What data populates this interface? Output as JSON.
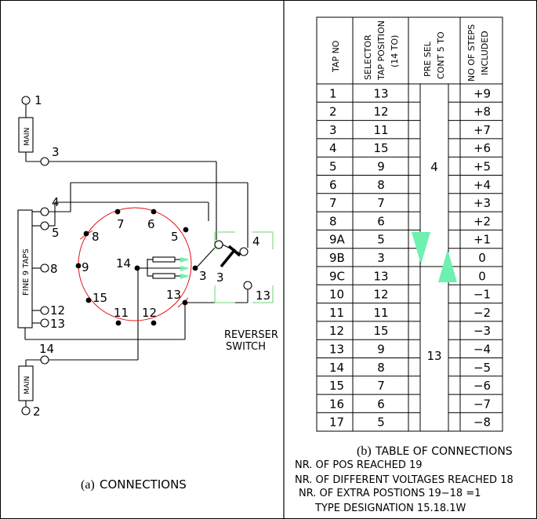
{
  "connections": {
    "caption_letter": "(a)",
    "caption": "CONNECTIONS",
    "main_label": "MAIN",
    "fine_label": "FINE 9 TAPS",
    "reverser_label_1": "REVERSER",
    "reverser_label_2": "SWITCH",
    "terminals": [
      "1",
      "3",
      "4",
      "5",
      "8",
      "12",
      "13",
      "14",
      "2"
    ],
    "selector_numbers": [
      "7",
      "6",
      "8",
      "5",
      "9",
      "14",
      "3",
      "15",
      "13",
      "11",
      "12"
    ],
    "reverser_numbers": [
      "4",
      "3",
      "13"
    ],
    "colors": {
      "circle": "#e01010",
      "arrow": "#6ef0b0",
      "switch_box": "#70d070",
      "line": "#000000"
    }
  },
  "table": {
    "headers": [
      "TAP NO",
      "SELECTOR TAP POSITION (14 TO)",
      "PRE SEL CONT 5 TO",
      "NO OF STEPS INCLUDED"
    ],
    "header_lines": [
      [
        "TAP NO"
      ],
      [
        "SELECTOR",
        "TAP POSITION",
        "(14 TO)"
      ],
      [
        "PRE SEL",
        "CONT 5 TO"
      ],
      [
        "NO OF STEPS",
        "INCLUDED"
      ]
    ],
    "rows": [
      [
        "1",
        "13",
        "+9"
      ],
      [
        "2",
        "12",
        "+8"
      ],
      [
        "3",
        "11",
        "+7"
      ],
      [
        "4",
        "15",
        "+6"
      ],
      [
        "5",
        "9",
        "+5"
      ],
      [
        "6",
        "8",
        "+4"
      ],
      [
        "7",
        "7",
        "+3"
      ],
      [
        "8",
        "6",
        "+2"
      ],
      [
        "9A",
        "5",
        "+1"
      ],
      [
        "9B",
        "3",
        "0"
      ],
      [
        "9C",
        "13",
        "0"
      ],
      [
        "10",
        "12",
        "−1"
      ],
      [
        "11",
        "11",
        "−2"
      ],
      [
        "12",
        "15",
        "−3"
      ],
      [
        "13",
        "9",
        "−4"
      ],
      [
        "14",
        "8",
        "−5"
      ],
      [
        "15",
        "7",
        "−6"
      ],
      [
        "16",
        "6",
        "−7"
      ],
      [
        "17",
        "5",
        "−8"
      ]
    ],
    "preselector_upper": "4",
    "preselector_lower": "13",
    "caption_letter": "(b)",
    "caption": "TABLE OF CONNECTIONS"
  },
  "notes": [
    "NR. OF POS REACHED 19",
    "NR. OF DIFFERENT VOLTAGES REACHED 18",
    "NR. OF EXTRA POSTIONS 19−18 =1",
    "TYPE DESIGNATION 15.18.1W"
  ]
}
